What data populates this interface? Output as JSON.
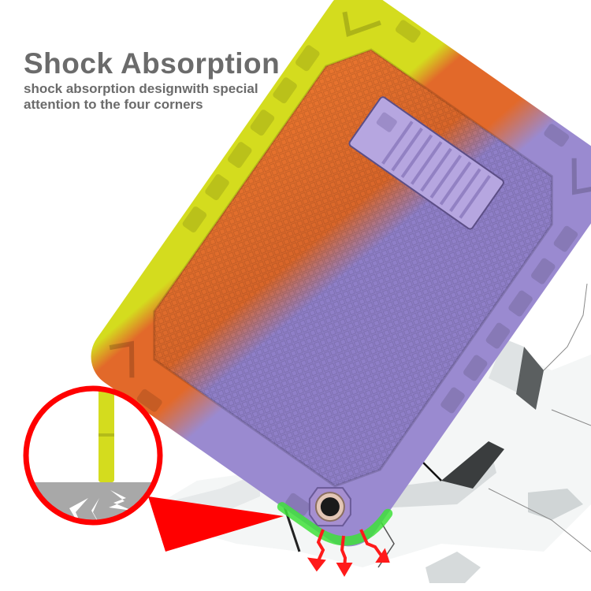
{
  "headline": {
    "title": "Shock Absorption",
    "subtitle_line1": "shock absorption designwith special",
    "subtitle_line2": "attention to the four corners"
  },
  "product": {
    "name": "tablet-protective-case",
    "colors": {
      "yellow": "#d4dc1e",
      "orange": "#e2692a",
      "purple": "#9a8ad0",
      "kickstand": "#b6a6e0",
      "impact_highlight": "#3ee03a"
    }
  },
  "callout": {
    "ring_color": "#ff0000",
    "floor_color": "#a8a8a8",
    "icon": "impact-crack-icon"
  },
  "impact": {
    "arrow_color": "#ff1a1a",
    "arrow_count": 3
  }
}
